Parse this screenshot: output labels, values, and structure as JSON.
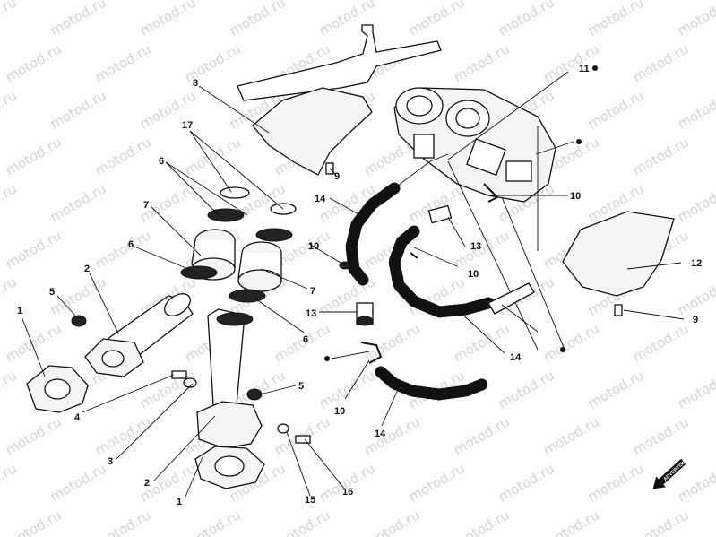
{
  "watermark": "motod.ru",
  "watermark_grid": {
    "rows": 12,
    "cols": 10
  },
  "badge": {
    "text": "ADVERTISING",
    "color": "#111111"
  },
  "callouts": [
    {
      "id": "c1a",
      "label": "1"
    },
    {
      "id": "c2a",
      "label": "2"
    },
    {
      "id": "c5a",
      "label": "5"
    },
    {
      "id": "c4",
      "label": "4"
    },
    {
      "id": "c3",
      "label": "3"
    },
    {
      "id": "c2b",
      "label": "2"
    },
    {
      "id": "c1b",
      "label": "1"
    },
    {
      "id": "c15",
      "label": "15"
    },
    {
      "id": "c16",
      "label": "16"
    },
    {
      "id": "c5b",
      "label": "5"
    },
    {
      "id": "c6a",
      "label": "6"
    },
    {
      "id": "c7a",
      "label": "7"
    },
    {
      "id": "c6b",
      "label": "6"
    },
    {
      "id": "c17",
      "label": "17"
    },
    {
      "id": "c8",
      "label": "8"
    },
    {
      "id": "c9a",
      "label": "9"
    },
    {
      "id": "c14a",
      "label": "14"
    },
    {
      "id": "c10a",
      "label": "10"
    },
    {
      "id": "c13a",
      "label": "13"
    },
    {
      "id": "c7b",
      "label": "7"
    },
    {
      "id": "c6c",
      "label": "6"
    },
    {
      "id": "c10b",
      "label": "10"
    },
    {
      "id": "c14b",
      "label": "14"
    },
    {
      "id": "c10c",
      "label": "10"
    },
    {
      "id": "c13b",
      "label": "13"
    },
    {
      "id": "c14c",
      "label": "14"
    },
    {
      "id": "c11",
      "label": "11"
    },
    {
      "id": "c10d",
      "label": "10"
    },
    {
      "id": "c10e",
      "label": "10"
    },
    {
      "id": "c12",
      "label": "12"
    },
    {
      "id": "c9b",
      "label": "9"
    }
  ]
}
